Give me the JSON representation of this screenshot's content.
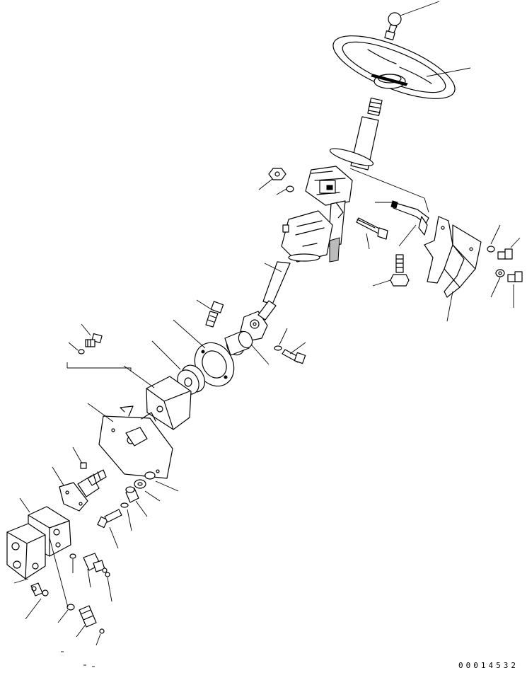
{
  "diagram": {
    "drawing_number": "00014532",
    "parts": [
      {
        "id": "knob",
        "icon": "knob-icon"
      },
      {
        "id": "steering-wheel",
        "icon": "wheel-icon"
      },
      {
        "id": "column-shaft",
        "icon": "shaft-icon"
      },
      {
        "id": "column-bracket",
        "icon": "bracket-icon"
      },
      {
        "id": "tilt-lever",
        "icon": "lever-icon"
      },
      {
        "id": "mount-bracket",
        "icon": "bracket-icon"
      },
      {
        "id": "universal-joint",
        "icon": "joint-icon"
      },
      {
        "id": "bushing",
        "icon": "bushing-icon"
      },
      {
        "id": "seal-plate",
        "icon": "plate-icon"
      },
      {
        "id": "damper-ring",
        "icon": "ring-icon"
      },
      {
        "id": "rubber-pad",
        "icon": "pad-icon"
      },
      {
        "id": "base-plate",
        "icon": "plate-icon"
      },
      {
        "id": "valve-shaft",
        "icon": "shaft-icon"
      },
      {
        "id": "pump",
        "icon": "pump-icon"
      },
      {
        "id": "fittings",
        "icon": "fitting-icon"
      },
      {
        "id": "bolts",
        "icon": "bolt-icon"
      }
    ]
  }
}
